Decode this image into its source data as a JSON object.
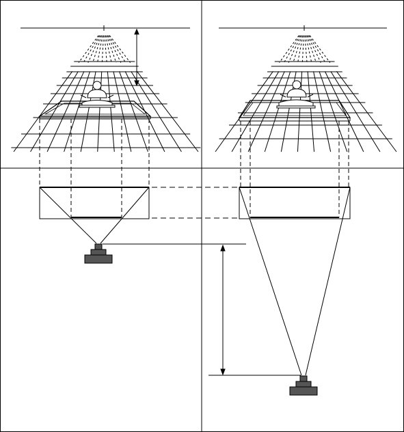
{
  "figure": {
    "panels": [
      {
        "id": "top-left",
        "view": "perspective",
        "camera": "near"
      },
      {
        "id": "top-right",
        "view": "perspective",
        "camera": "far"
      },
      {
        "id": "bottom-left",
        "view": "plan",
        "camera": "near"
      },
      {
        "id": "bottom-right",
        "view": "plan",
        "camera": "far"
      }
    ],
    "icons": [
      "vanishing-point-icon",
      "seated-figure-icon",
      "camera-icon"
    ],
    "colors": {
      "stroke": "#000000",
      "background": "#ffffff",
      "camera_fill": "#555555"
    }
  }
}
